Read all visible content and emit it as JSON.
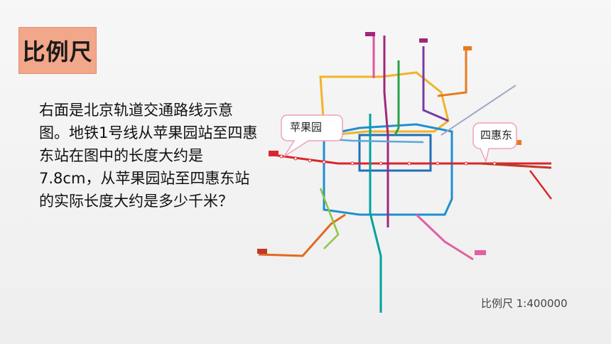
{
  "title": "比例尺",
  "question": "右面是北京轨道交通路线示意图。地铁1号线从苹果园站至四惠东站在图中的长度大约是7.8cm，从苹果园站至四惠东站的实际长度大约是多少千米？",
  "map": {
    "label_start": "苹果园",
    "label_end": "四惠东",
    "scale": "比例尺 1:400000"
  },
  "colors": {
    "title_bg": "#f2a68a",
    "line1": "#d9262b",
    "line2": "#1f6fb8",
    "line4": "#00a0a0",
    "line5": "#a0287a",
    "line8": "#2aa04a",
    "line10": "#1e8fd1",
    "line13": "#f0b428",
    "changping": "#e0559a",
    "batong": "#c0392b",
    "yizhuang": "#e060a0",
    "fangshan": "#e06a1c",
    "airport": "#a0a8c8"
  }
}
